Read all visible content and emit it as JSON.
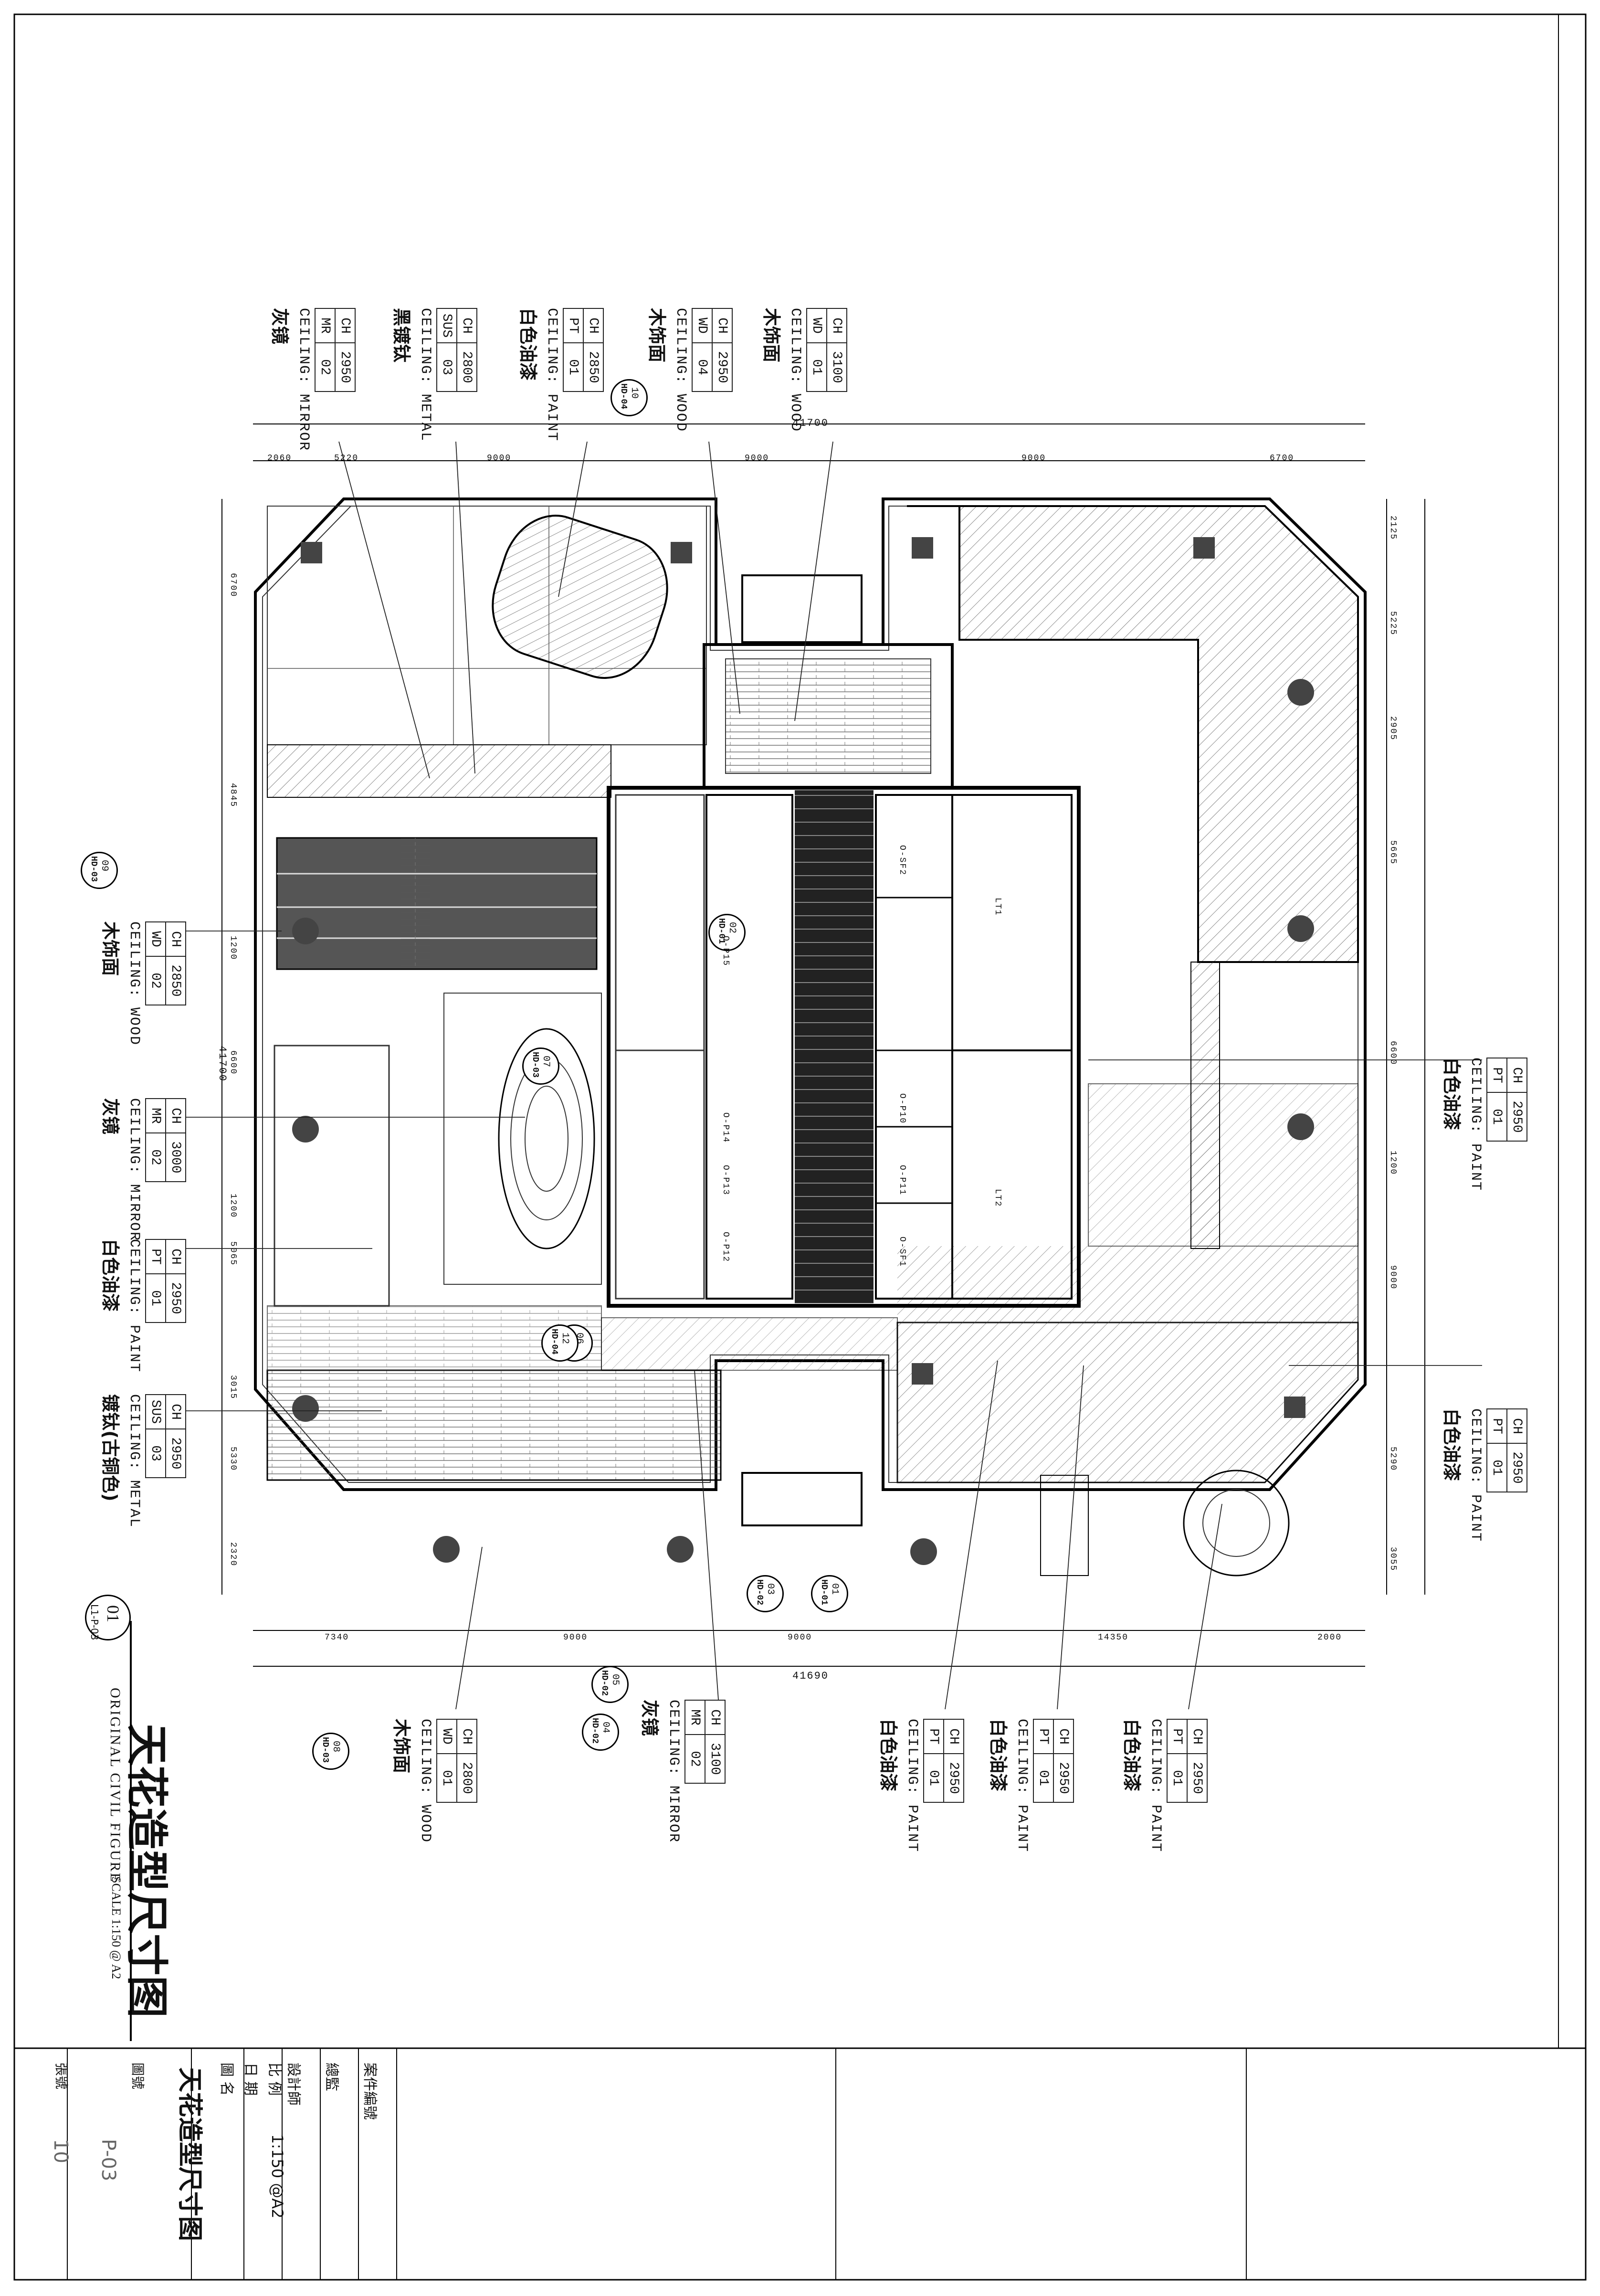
{
  "drawing": {
    "title_cn": "天花造型尺寸图",
    "title_en": "ORIGINAL CIVIL FIGURE",
    "scale": "SCALE 1:150 @ A2",
    "view_number": "01",
    "view_sub": "L1-P-03"
  },
  "dimensions": {
    "top_total": "41700",
    "top_segments": [
      "2060",
      "5220",
      "9000",
      "9000",
      "9000",
      "6700"
    ],
    "bottom_total": "41690",
    "bottom_segments": [
      "7340",
      "9000",
      "9000",
      "14350",
      "2000"
    ],
    "left_total": "41700",
    "left_segments": [
      "6700",
      "4845",
      "1200",
      "6600",
      "1200",
      "5065",
      "3015",
      "5330",
      "2320"
    ],
    "right_segments": [
      "2125",
      "5225",
      "2905",
      "5665",
      "6600",
      "1200",
      "9000",
      "5290",
      "3055"
    ]
  },
  "ceiling_tags": [
    {
      "id": "t1",
      "ch": "CH",
      "ch_val": "3100",
      "mat": "WD",
      "mat_val": "01",
      "type": "CEILING: WOOD",
      "finish": "木饰面"
    },
    {
      "id": "t2",
      "ch": "CH",
      "ch_val": "2950",
      "mat": "WD",
      "mat_val": "04",
      "type": "CEILING: WOOD",
      "finish": "木饰面"
    },
    {
      "id": "t3",
      "ch": "CH",
      "ch_val": "2850",
      "mat": "PT",
      "mat_val": "01",
      "type": "CEILING: PAINT",
      "finish": "白色油漆"
    },
    {
      "id": "t4",
      "ch": "CH",
      "ch_val": "2800",
      "mat": "SUS",
      "mat_val": "03",
      "type": "CEILING: METAL",
      "finish": "黑镀钛"
    },
    {
      "id": "t5",
      "ch": "CH",
      "ch_val": "2950",
      "mat": "MR",
      "mat_val": "02",
      "type": "CEILING: MIRROR",
      "finish": "灰镜"
    },
    {
      "id": "t6",
      "ch": "CH",
      "ch_val": "2850",
      "mat": "WD",
      "mat_val": "02",
      "type": "CEILING: WOOD",
      "finish": "木饰面"
    },
    {
      "id": "t7",
      "ch": "CH",
      "ch_val": "3000",
      "mat": "MR",
      "mat_val": "02",
      "type": "CEILING: MIRROR",
      "finish": "灰镜"
    },
    {
      "id": "t8",
      "ch": "CH",
      "ch_val": "2950",
      "mat": "PT",
      "mat_val": "01",
      "type": "CEILING: PAINT",
      "finish": "白色油漆"
    },
    {
      "id": "t9",
      "ch": "CH",
      "ch_val": "2950",
      "mat": "SUS",
      "mat_val": "03",
      "type": "CEILING: METAL",
      "finish": "镀钛(古铜色)"
    },
    {
      "id": "t10",
      "ch": "CH",
      "ch_val": "2800",
      "mat": "WD",
      "mat_val": "01",
      "type": "CEILING: WOOD",
      "finish": "木饰面"
    },
    {
      "id": "t11",
      "ch": "CH",
      "ch_val": "3100",
      "mat": "MR",
      "mat_val": "02",
      "type": "CEILING: MIRROR",
      "finish": "灰镜"
    },
    {
      "id": "t12",
      "ch": "CH",
      "ch_val": "2950",
      "mat": "PT",
      "mat_val": "01",
      "type": "CEILING: PAINT",
      "finish": "白色油漆"
    },
    {
      "id": "t13",
      "ch": "CH",
      "ch_val": "2950",
      "mat": "PT",
      "mat_val": "01",
      "type": "CEILING: PAINT",
      "finish": "白色油漆"
    },
    {
      "id": "t14",
      "ch": "CH",
      "ch_val": "2950",
      "mat": "PT",
      "mat_val": "01",
      "type": "CEILING: PAINT",
      "finish": "白色油漆"
    },
    {
      "id": "t15",
      "ch": "CH",
      "ch_val": "2950",
      "mat": "PT",
      "mat_val": "01",
      "type": "CEILING: PAINT",
      "finish": "白色油漆"
    },
    {
      "id": "t16",
      "ch": "CH",
      "ch_val": "2950",
      "mat": "PT",
      "mat_val": "01",
      "type": "CEILING: PAINT",
      "finish": "白色油漆"
    }
  ],
  "section_markers": [
    {
      "num": "10",
      "ref": "HD-04"
    },
    {
      "num": "09",
      "ref": "HD-03"
    },
    {
      "num": "02",
      "ref": "HD-01"
    },
    {
      "num": "07",
      "ref": "HD-03"
    },
    {
      "num": "06",
      "ref": "HD-03"
    },
    {
      "num": "12",
      "ref": "HD-04"
    },
    {
      "num": "03",
      "ref": "HD-02"
    },
    {
      "num": "01",
      "ref": "HD-01"
    },
    {
      "num": "05",
      "ref": "HD-02"
    },
    {
      "num": "04",
      "ref": "HD-02"
    },
    {
      "num": "08",
      "ref": "HD-03"
    }
  ],
  "rooms": [
    "O-SF2",
    "O-SF1",
    "O-P14",
    "O-P13",
    "O-P12",
    "O-P10",
    "O-P11",
    "O-P15",
    "LT1",
    "LT2"
  ],
  "title_block": {
    "fields": [
      "圖 名",
      "日 期",
      "比 例",
      "設計師",
      "總監",
      "案件編號"
    ],
    "scale_value": "1:150 @A2",
    "drawing_name": "天花造型尺寸图",
    "sheet_no_label": "圖號",
    "sheet_no": "P-03",
    "page_label": "張號",
    "page_no": "10"
  }
}
